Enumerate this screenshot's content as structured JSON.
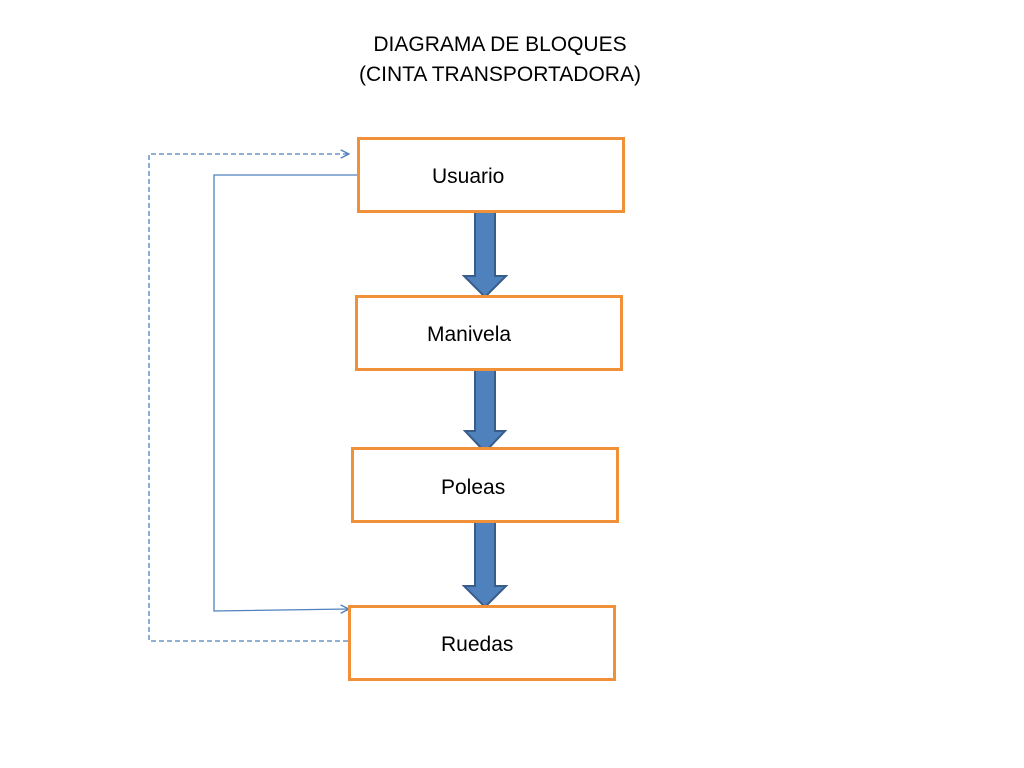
{
  "title": {
    "line1": "DIAGRAMA DE BLOQUES",
    "line2": "(CINTA TRANSPORTADORA)"
  },
  "blocks": [
    {
      "label": "Usuario"
    },
    {
      "label": "Manivela"
    },
    {
      "label": "Poleas"
    },
    {
      "label": "Ruedas"
    }
  ],
  "colors": {
    "block_border": "#f0913a",
    "flow_arrow_fill": "#4f81bd",
    "flow_arrow_stroke": "#385d8a",
    "feedback_line": "#4f81bd"
  }
}
